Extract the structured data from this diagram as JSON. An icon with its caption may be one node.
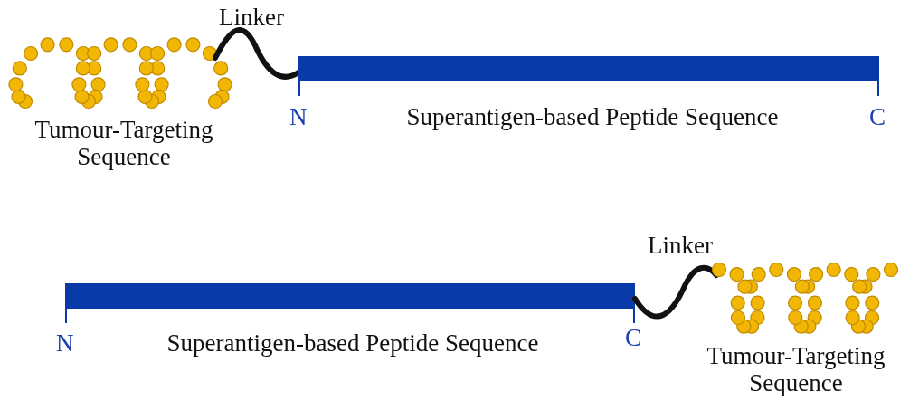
{
  "diagram": {
    "labels": [
      "Linker",
      "N",
      "Superantigen-based Peptide Sequence",
      "C",
      "Tumour-Targeting Sequence",
      "Linker",
      "N",
      "Superantigen-based Peptide Sequence",
      "C",
      "Tumour-Targeting Sequence"
    ]
  }
}
